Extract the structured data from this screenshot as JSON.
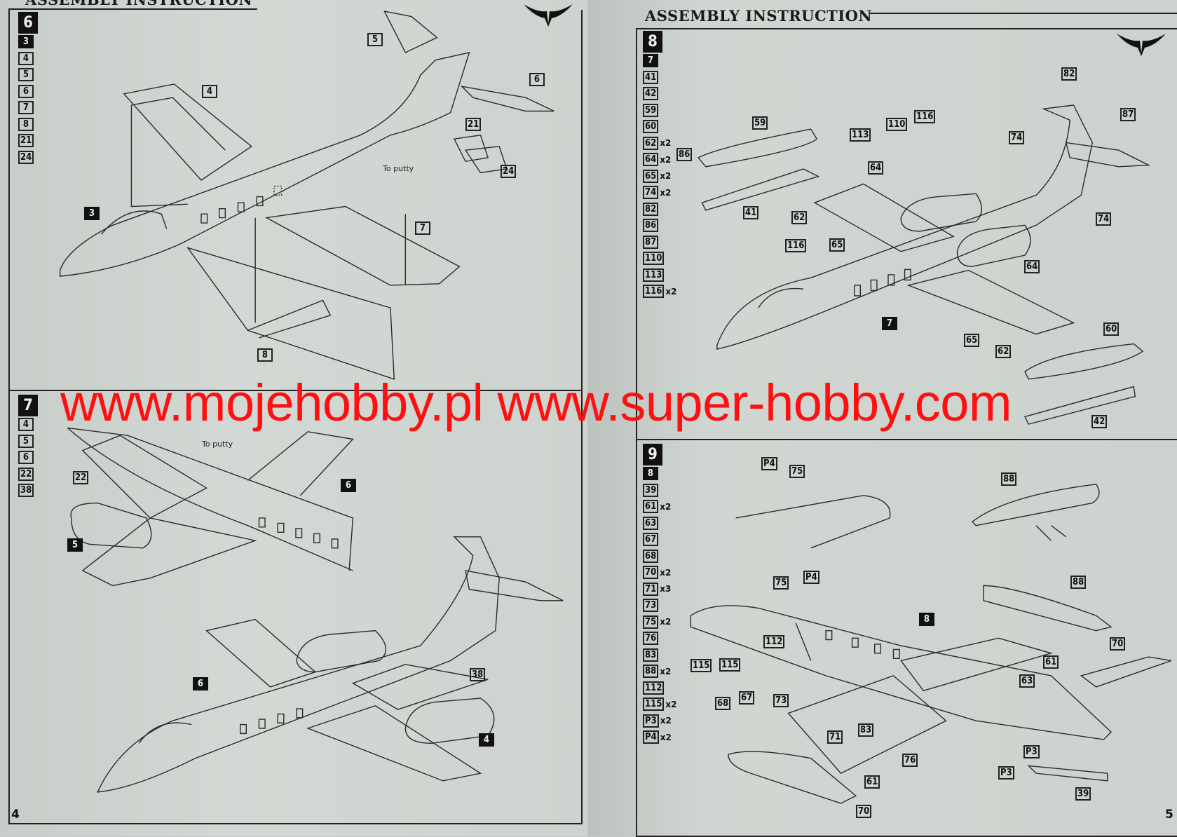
{
  "header": {
    "title_left": "ASSEMBLY INSTRUCTION",
    "title_right": "ASSEMBLY INSTRUCTION"
  },
  "page_numbers": {
    "left": "4",
    "right": "5"
  },
  "watermark": "www.mojehobby.pl www.super-hobby.com",
  "colors": {
    "paper": "#cfd6d1",
    "ink": "#222222",
    "watermark": "#ff1010"
  },
  "steps": [
    {
      "number": "6",
      "parts": [
        {
          "id": "3",
          "sub": true
        },
        {
          "id": "4"
        },
        {
          "id": "5"
        },
        {
          "id": "6"
        },
        {
          "id": "7"
        },
        {
          "id": "8"
        },
        {
          "id": "21"
        },
        {
          "id": "24"
        }
      ],
      "callouts": [
        "5",
        "6",
        "4",
        "21",
        "24",
        "3",
        "7",
        "8"
      ],
      "note": "To putty"
    },
    {
      "number": "7",
      "parts": [
        {
          "id": "4"
        },
        {
          "id": "5"
        },
        {
          "id": "6"
        },
        {
          "id": "22"
        },
        {
          "id": "38"
        }
      ],
      "callouts": [
        "22",
        "6",
        "5",
        "6",
        "38",
        "4"
      ],
      "note": "To putty"
    },
    {
      "number": "8",
      "parts": [
        {
          "id": "7",
          "sub": true
        },
        {
          "id": "41"
        },
        {
          "id": "42"
        },
        {
          "id": "59"
        },
        {
          "id": "60"
        },
        {
          "id": "62",
          "qty": "x2"
        },
        {
          "id": "64",
          "qty": "x2"
        },
        {
          "id": "65",
          "qty": "x2"
        },
        {
          "id": "74",
          "qty": "x2"
        },
        {
          "id": "82"
        },
        {
          "id": "86"
        },
        {
          "id": "87"
        },
        {
          "id": "110"
        },
        {
          "id": "113"
        },
        {
          "id": "116",
          "qty": "x2"
        }
      ],
      "callouts": [
        "59",
        "86",
        "41",
        "62",
        "113",
        "110",
        "116",
        "64",
        "65",
        "116",
        "82",
        "87",
        "74",
        "74",
        "64",
        "7",
        "65",
        "62",
        "60",
        "42"
      ]
    },
    {
      "number": "9",
      "parts": [
        {
          "id": "8",
          "sub": true
        },
        {
          "id": "39"
        },
        {
          "id": "61",
          "qty": "x2"
        },
        {
          "id": "63"
        },
        {
          "id": "67"
        },
        {
          "id": "68"
        },
        {
          "id": "70",
          "qty": "x2"
        },
        {
          "id": "71",
          "qty": "x3"
        },
        {
          "id": "73"
        },
        {
          "id": "75",
          "qty": "x2"
        },
        {
          "id": "76"
        },
        {
          "id": "83"
        },
        {
          "id": "88",
          "qty": "x2"
        },
        {
          "id": "112"
        },
        {
          "id": "115",
          "qty": "x2"
        },
        {
          "id": "P3",
          "qty": "x2"
        },
        {
          "id": "P4",
          "qty": "x2"
        }
      ],
      "callouts": [
        "P4",
        "75",
        "88",
        "75",
        "P4",
        "88",
        "8",
        "112",
        "115",
        "115",
        "70",
        "61",
        "63",
        "68",
        "67",
        "73",
        "71",
        "83",
        "76",
        "61",
        "70",
        "P3",
        "P3",
        "39"
      ]
    }
  ]
}
